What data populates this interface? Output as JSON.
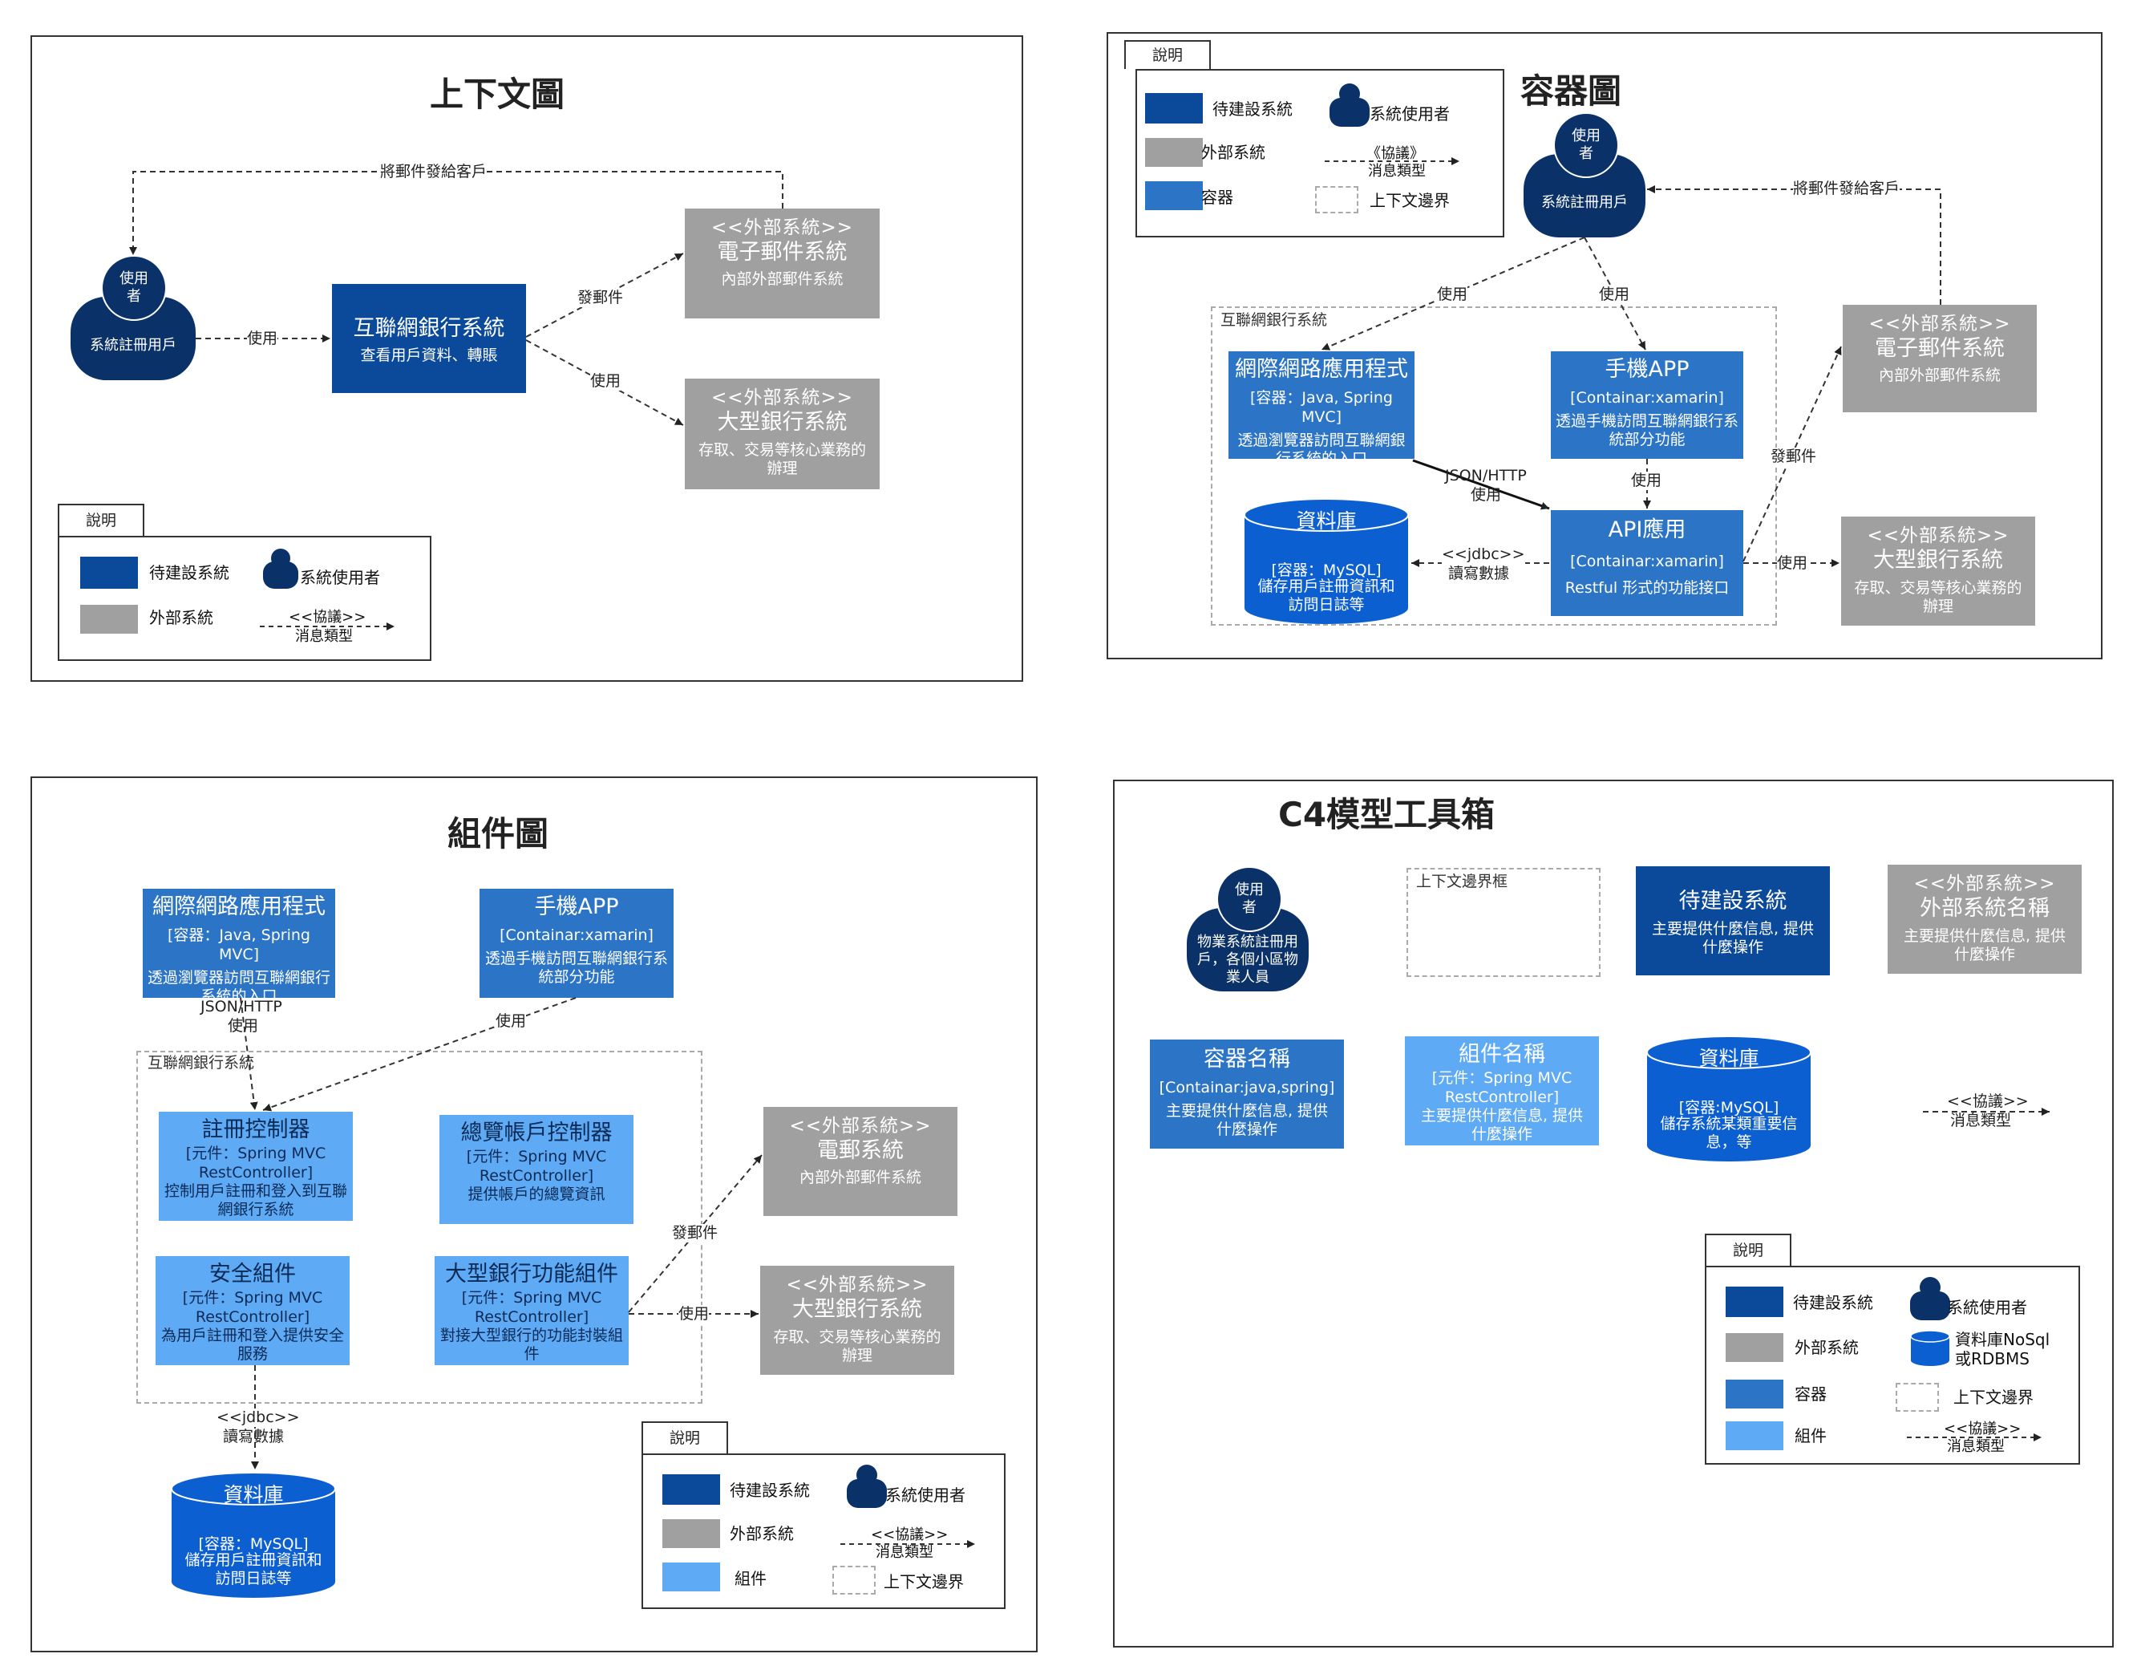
{
  "context": {
    "title": "上下文圖",
    "person": {
      "head": "使用者",
      "body": "系統註冊用戶"
    },
    "system": {
      "name": "互聯網銀行系統",
      "desc": "查看用戶資料、轉賬"
    },
    "email": {
      "stereo": "<<外部系統>>",
      "name": "電子郵件系統",
      "desc": "內部外部郵件系統"
    },
    "bank": {
      "stereo": "<<外部系統>>",
      "name": "大型銀行系統",
      "desc": "存取、交易等核心業務的辦理"
    },
    "edges": {
      "send_mail": "將郵件發給客戶",
      "use1": "使用",
      "send": "發郵件",
      "use2": "使用"
    },
    "legend": {
      "tab": "說明",
      "building": "待建設系統",
      "external": "外部系統",
      "user": "系統使用者",
      "protocol": "<<協議>>",
      "msgtype": "消息類型"
    }
  },
  "container": {
    "title": "容器圖",
    "person": {
      "head": "使用者",
      "body": "系統註冊用戶"
    },
    "boundary": "互聯網銀行系統",
    "webapp": {
      "name": "網際網路應用程式",
      "tech": "[容器：Java, Spring MVC]",
      "desc": "透過瀏覽器訪問互聯網銀行系統的入口"
    },
    "mobile": {
      "name": "手機APP",
      "tech": "[Containar:xamarin]",
      "desc": "透過手機訪問互聯網銀行系統部分功能"
    },
    "db": {
      "name": "資料庫",
      "tech": "[容器：MySQL]",
      "desc": "儲存用戶註冊資訊和訪問日誌等"
    },
    "api": {
      "name": "API應用",
      "tech": "[Containar:xamarin]",
      "desc": "Restful 形式的功能接口"
    },
    "email": {
      "stereo": "<<外部系統>>",
      "name": "電子郵件系統",
      "desc": "內部外部郵件系統"
    },
    "bank": {
      "stereo": "<<外部系統>>",
      "name": "大型銀行系統",
      "desc": "存取、交易等核心業務的辦理"
    },
    "edges": {
      "send_mail": "將郵件發給客戶",
      "use_web": "使用",
      "use_mobile": "使用",
      "json": "JSON/HTTP",
      "json_use": "使用",
      "mobile_use": "使用",
      "jdbc": "<<jdbc>>",
      "rw": "讀寫數據",
      "send": "發郵件",
      "use_bank": "使用"
    },
    "legend": {
      "tab": "說明",
      "building": "待建設系統",
      "external": "外部系統",
      "container": "容器",
      "user": "系統使用者",
      "protocol": "《協議》",
      "msgtype": "消息類型",
      "boundary": "上下文邊界"
    }
  },
  "component": {
    "title": "組件圖",
    "webapp": {
      "name": "網際網路應用程式",
      "tech": "[容器：Java, Spring MVC]",
      "desc": "透過瀏覽器訪問互聯網銀行系統的入口"
    },
    "mobile": {
      "name": "手機APP",
      "tech": "[Containar:xamarin]",
      "desc": "透過手機訪問互聯網銀行系統部分功能"
    },
    "boundary": "互聯網銀行系統",
    "register": {
      "name": "註冊控制器",
      "tech": "[元件：Spring MVC RestController]",
      "desc": "控制用戶註冊和登入到互聯網銀行系統"
    },
    "overview": {
      "name": "總覽帳戶控制器",
      "tech": "[元件：Spring MVC RestController]",
      "desc": "提供帳戶的總覽資訊"
    },
    "security": {
      "name": "安全組件",
      "tech": "[元件：Spring MVC RestController]",
      "desc": "為用戶註冊和登入提供安全服務"
    },
    "bankfunc": {
      "name": "大型銀行功能組件",
      "tech": "[元件：Spring MVC RestController]",
      "desc": "對接大型銀行的功能封裝組件"
    },
    "email": {
      "stereo": "<<外部系統>>",
      "name": "電郵系統",
      "desc": "內部外部郵件系統"
    },
    "bank": {
      "stereo": "<<外部系統>>",
      "name": "大型銀行系統",
      "desc": "存取、交易等核心業務的辦理"
    },
    "db": {
      "name": "資料庫",
      "tech": "[容器：MySQL]",
      "desc": "儲存用戶註冊資訊和訪問日誌等"
    },
    "edges": {
      "json": "JSON/HTTP",
      "json_use": "使用",
      "mobile_use": "使用",
      "send": "發郵件",
      "use_bank": "使用",
      "jdbc": "<<jdbc>>",
      "rw": "讀寫數據"
    },
    "legend": {
      "tab": "說明",
      "building": "待建設系統",
      "external": "外部系統",
      "component": "組件",
      "user": "系統使用者",
      "protocol": "<<協議>>",
      "msgtype": "消息類型",
      "boundary": "上下文邊界"
    }
  },
  "toolbox": {
    "title": "C4模型工具箱",
    "person": {
      "head": "使用者",
      "body": "物業系統註冊用戶，各個小區物業人員"
    },
    "boundary": "上下文邊界框",
    "system": {
      "name": "待建設系統",
      "desc": "主要提供什麼信息, 提供什麼操作"
    },
    "external": {
      "stereo": "<<外部系統>>",
      "name": "外部系統名稱",
      "desc": "主要提供什麼信息, 提供什麼操作"
    },
    "container": {
      "name": "容器名稱",
      "tech": "[Containar:java,spring]",
      "desc": "主要提供什麼信息, 提供什麼操作"
    },
    "component": {
      "name": "組件名稱",
      "tech": "[元件：Spring MVC RestController]",
      "desc": "主要提供什麼信息, 提供什麼操作"
    },
    "db": {
      "name": "資料庫",
      "tech": "[容器:MySQL]",
      "desc": "儲存系統某類重要信息，等"
    },
    "protocol": "<<協議>>",
    "msgtype": "消息類型",
    "legend": {
      "tab": "說明",
      "building": "待建設系統",
      "external": "外部系統",
      "container": "容器",
      "component": "組件",
      "user": "系統使用者",
      "db": "資料庫NoSql或RDBMS",
      "boundary": "上下文邊界",
      "protocol": "<<協議>>",
      "msgtype": "消息類型"
    }
  },
  "colors": {
    "building": "#0b4a9a",
    "external": "#a0a0a0",
    "container": "#2b74c6",
    "component": "#5eaaf4",
    "person": "#0b3268",
    "database": "#0b5fd0"
  }
}
